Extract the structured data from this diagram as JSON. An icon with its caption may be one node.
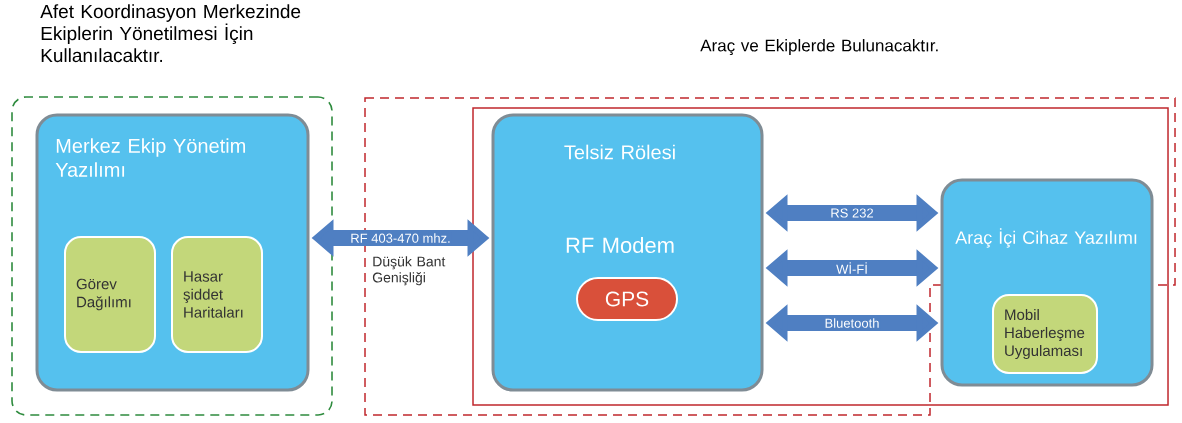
{
  "diagram": {
    "nodes": [
      {
        "text": [
          "Afet Koordinasyon Merkezinde Ekiplerin Yönetilmesi İçin Kullanılacaktır."
        ]
      },
      {
        "text": [
          "Merkez Ekip Yönetim Yazılımı"
        ],
        "in": 0
      },
      {
        "text": [
          "Görev Dağılımı"
        ],
        "in": 1
      },
      {
        "text": [
          "Hasar şiddet Haritaları"
        ],
        "in": 1
      },
      {
        "text": [
          "Araç ve Ekiplerde Bulunacaktır."
        ]
      },
      {
        "text": [],
        "shape": "box",
        "in": 4
      },
      {
        "text": [
          "Telsiz Rölesi",
          "RF Modem"
        ],
        "in": 5
      },
      {
        "text": [
          "GPS"
        ],
        "in": 6
      },
      {
        "text": [
          "Araç İçi Cihaz Yazılımı"
        ],
        "in": 5
      },
      {
        "text": [
          "Mobil Haberleşme Uygulaması"
        ],
        "in": 8
      }
    ],
    "edges": [
      {
        "from": 1,
        "to": 6,
        "arrow": "both",
        "label": "RF 403-470 mhz."
      },
      {
        "from": 6,
        "to": 8,
        "arrow": "both",
        "label": "RS 232"
      },
      {
        "from": 6,
        "to": 8,
        "arrow": "both",
        "label": "Wİ-Fİ"
      },
      {
        "from": 6,
        "to": 8,
        "arrow": "both",
        "label": "Bluetooth"
      }
    ],
    "labels": [
      "Düşük Bant Genişliği"
    ]
  }
}
